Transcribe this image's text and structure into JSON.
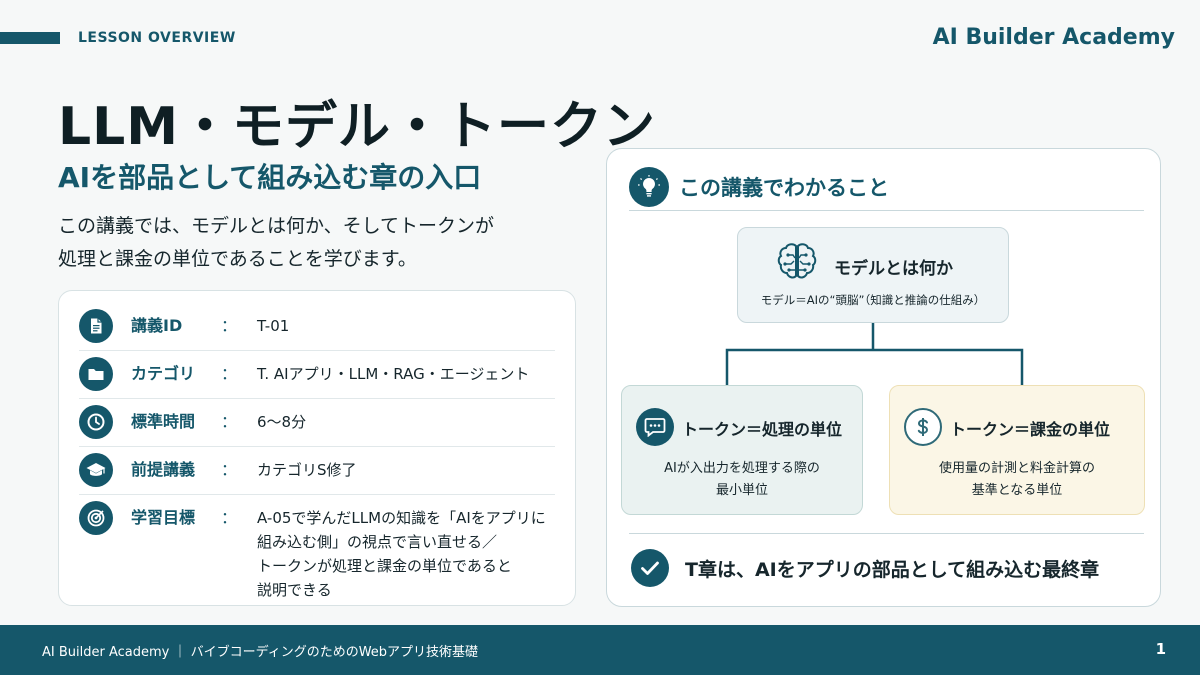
{
  "header": {
    "section_label": "LESSON OVERVIEW",
    "brand": "AI Builder Academy"
  },
  "main": {
    "title": "LLM・モデル・トークン",
    "subtitle": "AIを部品として組み込む章の入口",
    "description_line1": "この講義では、モデルとは何か、そしてトークンが",
    "description_line2": "処理と課金の単位であることを学びます。"
  },
  "info": {
    "colon": "：",
    "rows": [
      {
        "icon": "document-icon",
        "label": "講義ID",
        "value": "T-01"
      },
      {
        "icon": "folder-icon",
        "label": "カテゴリ",
        "value": "T. AIアプリ・LLM・RAG・エージェント"
      },
      {
        "icon": "clock-icon",
        "label": "標準時間",
        "value": "6〜8分"
      },
      {
        "icon": "graduation-cap-icon",
        "label": "前提講義",
        "value": "カテゴリS修了"
      },
      {
        "icon": "target-icon",
        "label": "学習目標",
        "value_lines": [
          "A-05で学んだLLMの知識を「AIをアプリに",
          "組み込む側」の視点で言い直せる／",
          "トークンが処理と課金の単位であると",
          "説明できる"
        ]
      }
    ]
  },
  "panel": {
    "title": "この講義でわかること",
    "icon": "lightbulb-icon",
    "model": {
      "icon": "brain-icon",
      "title": "モデルとは何か",
      "subtitle": "モデル＝AIの“頭脳”（知識と推論の仕組み）"
    },
    "token_process": {
      "icon": "chat-bubble-icon",
      "title": "トークン＝処理の単位",
      "desc_line1": "AIが入出力を処理する際の",
      "desc_line2": "最小単位"
    },
    "token_billing": {
      "icon": "dollar-icon",
      "title": "トークン＝課金の単位",
      "desc_line1": "使用量の計測と料金計算の",
      "desc_line2": "基準となる単位"
    },
    "footer": {
      "icon": "check-icon",
      "text": "T章は、AIをアプリの部品として組み込む最終章"
    }
  },
  "footer": {
    "text": "AI Builder Academy ｜ バイブコーディングのためのWebアプリ技術基礎",
    "page": "1"
  },
  "colors": {
    "primary": "#15576a",
    "teal_box": "#eaf2f1",
    "gold_box": "#fbf6e6",
    "gold_icon": "#2f6a78"
  }
}
